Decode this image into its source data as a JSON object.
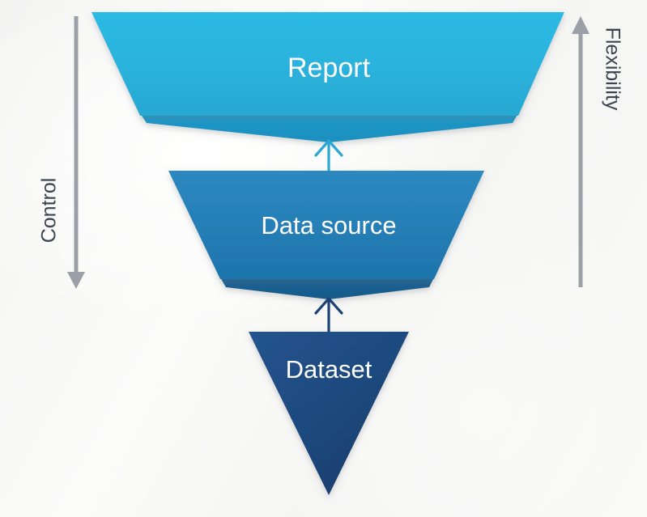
{
  "diagram": {
    "type": "inverted-funnel-hierarchy",
    "background_color": "#f7f7f6",
    "levels": [
      {
        "id": "report",
        "label": "Report",
        "font_size": 34,
        "fill_top": "#29b6e0",
        "fill_bottom": "#2ab0da",
        "fold_fill": "#1f95c4",
        "label_color": "#ffffff"
      },
      {
        "id": "data-source",
        "label": "Data source",
        "font_size": 31,
        "fill_top": "#2b83bb",
        "fill_bottom": "#1f76b0",
        "fold_fill": "#1a5f93",
        "label_color": "#ffffff"
      },
      {
        "id": "dataset",
        "label": "Dataset",
        "font_size": 31,
        "fill_top": "#1f4f87",
        "fill_bottom": "#1d3e6e",
        "label_color": "#ffffff"
      }
    ],
    "connectors": [
      {
        "id": "dataset-to-data-source",
        "direction": "up",
        "color": "#1d4273"
      },
      {
        "id": "data-source-to-report",
        "direction": "up",
        "color": "#2aa8d4"
      }
    ],
    "axes": [
      {
        "id": "control-axis",
        "label": "Control",
        "direction": "down",
        "side": "left",
        "color": "#9aa0a6",
        "label_color": "#3b4550"
      },
      {
        "id": "flexibility-axis",
        "label": "Flexibility",
        "direction": "up",
        "side": "right",
        "color": "#9aa0a6",
        "label_color": "#3b4550"
      }
    ]
  }
}
